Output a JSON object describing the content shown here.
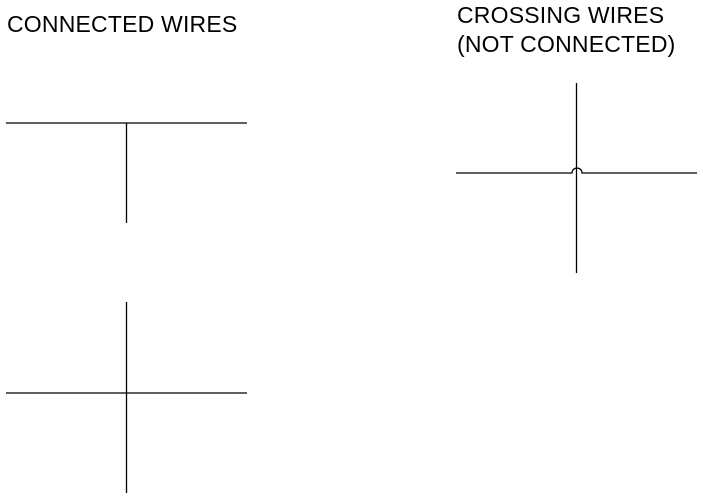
{
  "connected": {
    "title": "CONNECTED WIRES"
  },
  "crossing": {
    "title_line1": "CROSSING WIRES",
    "title_line2": "(NOT CONNECTED)"
  },
  "colors": {
    "background": "#ffffff",
    "wire": "#000000"
  }
}
